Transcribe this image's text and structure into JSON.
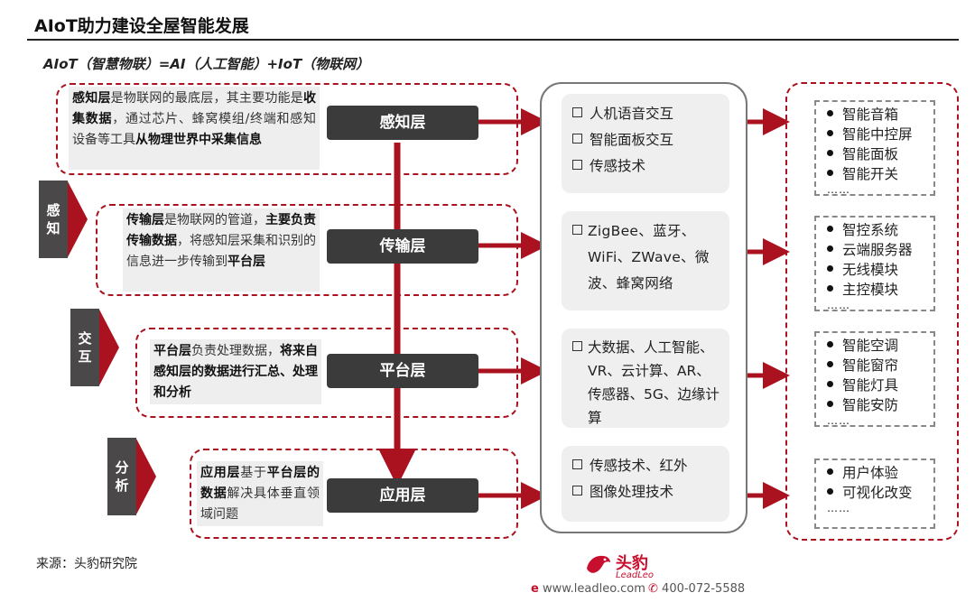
{
  "title": "AIoT助力建设全屋智能发展",
  "subtitle": "AIoT（智慧物联）=AI（人工智能）+IoT（物联网）",
  "side_tabs": [
    "感知",
    "交互",
    "分析"
  ],
  "layers": [
    {
      "name": "感知层",
      "desc_html": "<b>感知层</b>是物联网的最底层，其主要功能是<b>收集数据</b>，通过芯片、蜂窝模组/终端和感知设备等工具<b>从物理世界中采集信息</b>"
    },
    {
      "name": "传输层",
      "desc_html": "<b>传输层</b>是物联网的管道，<b>主要负责传输数据</b>，将感知层采集和识别的信息进一步传输到<b>平台层</b>"
    },
    {
      "name": "平台层",
      "desc_html": "<b>平台层</b>负责处理数据，<b>将来自感知层的数据进行汇总、处理和分析</b>"
    },
    {
      "name": "应用层",
      "desc_html": "<b>应用层</b>基于<b>平台层的数据</b>解决具体垂直领域问题"
    }
  ],
  "tech": [
    [
      "人机语音交互",
      "智能面板交互",
      "传感技术"
    ],
    [
      "ZigBee、蓝牙、WiFi、ZWave、微波、蜂窝网络"
    ],
    [
      "大数据、人工智能、VR、云计算、AR、传感器、5G、边缘计算"
    ],
    [
      "传感技术、红外",
      "图像处理技术"
    ]
  ],
  "products": [
    [
      "智能音箱",
      "智能中控屏",
      "智能面板",
      "智能开关"
    ],
    [
      "智控系统",
      "云端服务器",
      "无线模块",
      "主控模块"
    ],
    [
      "智能空调",
      "智能窗帘",
      "智能灯具",
      "智能安防"
    ],
    [
      "用户体验",
      "可视化改变"
    ]
  ],
  "more": "……",
  "source": "来源：头豹研究院",
  "brand": {
    "name": "头豹",
    "sub": "LeadLeo",
    "website": "www.leadleo.com",
    "phone": "400-072-5588"
  },
  "colors": {
    "accent": "#a9121e",
    "dark": "#3c3b3b"
  }
}
